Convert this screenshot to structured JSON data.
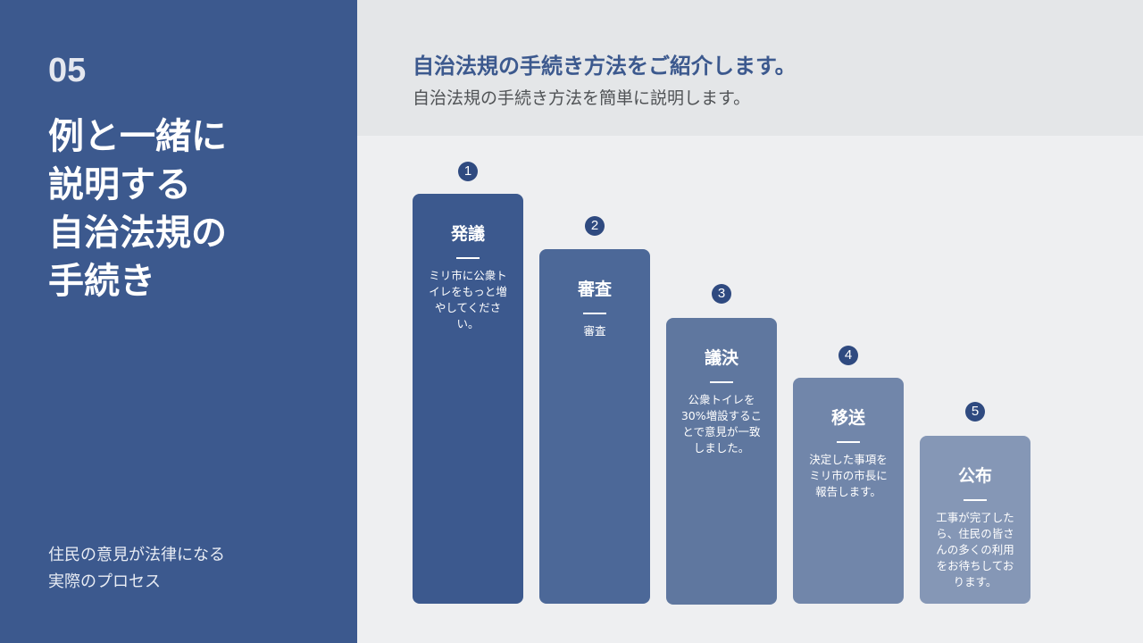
{
  "sidebar": {
    "section_number": "05",
    "title_lines": [
      "例と一緒に",
      "説明する",
      "自治法規の",
      "手続き"
    ],
    "subtitle_lines": [
      "住民の意見が法律になる",
      "実際のプロセス"
    ],
    "background": "#3c598e"
  },
  "header": {
    "title": "自治法規の手続き方法をご紹介します。",
    "subtitle": "自治法規の手続き方法を簡単に説明します。"
  },
  "steps": [
    {
      "number": "1",
      "title": "発議",
      "description": "ミリ市に公衆トイレをもっと増やしてください。",
      "color": "#3c598e"
    },
    {
      "number": "2",
      "title": "審査",
      "description": "審査",
      "color": "#4c6898"
    },
    {
      "number": "3",
      "title": "議決",
      "description": "公衆トイレを30%増設することで意見が一致しました。",
      "color": "#5f779f"
    },
    {
      "number": "4",
      "title": "移送",
      "description": "決定した事項をミリ市の市長に報告します。",
      "color": "#7186aa"
    },
    {
      "number": "5",
      "title": "公布",
      "description": "工事が完了したら、住民の皆さんの多くの利用をお待ちしております。",
      "color": "#8597b6"
    }
  ]
}
